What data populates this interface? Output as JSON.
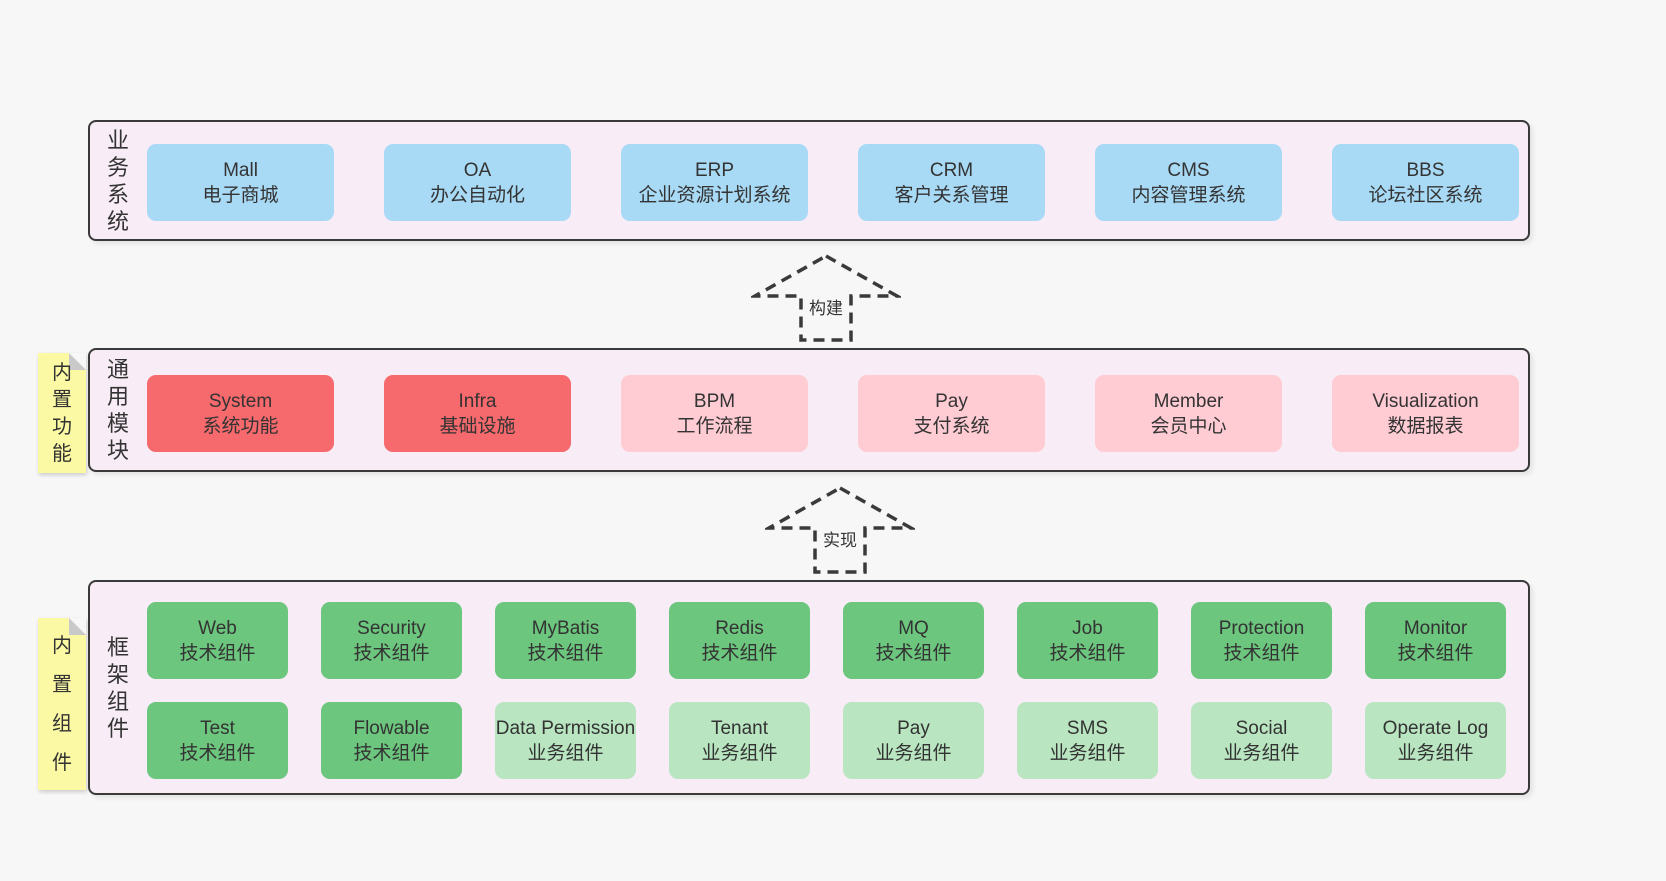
{
  "page": {
    "background": "#f7f7f7"
  },
  "palette": {
    "container_bg": "#f8edf6",
    "container_border": "#3a3a3a",
    "blue": "#a9daf5",
    "red": "#f6696c",
    "pink": "#ffccd4",
    "green": "#6cc67e",
    "green_light": "#b9e6c1",
    "sticky_yellow": "#fbf9a3",
    "fold_gray": "#c9c9c9",
    "text": "#333333"
  },
  "arrows": [
    {
      "label": "构建"
    },
    {
      "label": "实现"
    }
  ],
  "sections": {
    "business": {
      "label": "业务系统",
      "boxes": [
        {
          "name": "Mall",
          "desc": "电子商城",
          "variant": "blue"
        },
        {
          "name": "OA",
          "desc": "办公自动化",
          "variant": "blue"
        },
        {
          "name": "ERP",
          "desc": "企业资源计划系统",
          "variant": "blue"
        },
        {
          "name": "CRM",
          "desc": "客户关系管理",
          "variant": "blue"
        },
        {
          "name": "CMS",
          "desc": "内容管理系统",
          "variant": "blue"
        },
        {
          "name": "BBS",
          "desc": "论坛社区系统",
          "variant": "blue"
        }
      ]
    },
    "modules": {
      "label": "通用模块",
      "sticky": "内置功能",
      "boxes": [
        {
          "name": "System",
          "desc": "系统功能",
          "variant": "red"
        },
        {
          "name": "Infra",
          "desc": "基础设施",
          "variant": "red"
        },
        {
          "name": "BPM",
          "desc": "工作流程",
          "variant": "pink"
        },
        {
          "name": "Pay",
          "desc": "支付系统",
          "variant": "pink"
        },
        {
          "name": "Member",
          "desc": "会员中心",
          "variant": "pink"
        },
        {
          "name": "Visualization",
          "desc": "数据报表",
          "variant": "pink"
        }
      ]
    },
    "components": {
      "label": "框架组件",
      "sticky": "内置组件",
      "row1": [
        {
          "name": "Web",
          "desc": "技术组件",
          "variant": "green"
        },
        {
          "name": "Security",
          "desc": "技术组件",
          "variant": "green"
        },
        {
          "name": "MyBatis",
          "desc": "技术组件",
          "variant": "green"
        },
        {
          "name": "Redis",
          "desc": "技术组件",
          "variant": "green"
        },
        {
          "name": "MQ",
          "desc": "技术组件",
          "variant": "green"
        },
        {
          "name": "Job",
          "desc": "技术组件",
          "variant": "green"
        },
        {
          "name": "Protection",
          "desc": "技术组件",
          "variant": "green"
        },
        {
          "name": "Monitor",
          "desc": "技术组件",
          "variant": "green"
        }
      ],
      "row2": [
        {
          "name": "Test",
          "desc": "技术组件",
          "variant": "green"
        },
        {
          "name": "Flowable",
          "desc": "技术组件",
          "variant": "green"
        },
        {
          "name": "Data Permission",
          "desc": "业务组件",
          "variant": "green-light"
        },
        {
          "name": "Tenant",
          "desc": "业务组件",
          "variant": "green-light"
        },
        {
          "name": "Pay",
          "desc": "业务组件",
          "variant": "green-light"
        },
        {
          "name": "SMS",
          "desc": "业务组件",
          "variant": "green-light"
        },
        {
          "name": "Social",
          "desc": "业务组件",
          "variant": "green-light"
        },
        {
          "name": "Operate Log",
          "desc": "业务组件",
          "variant": "green-light"
        }
      ]
    }
  }
}
